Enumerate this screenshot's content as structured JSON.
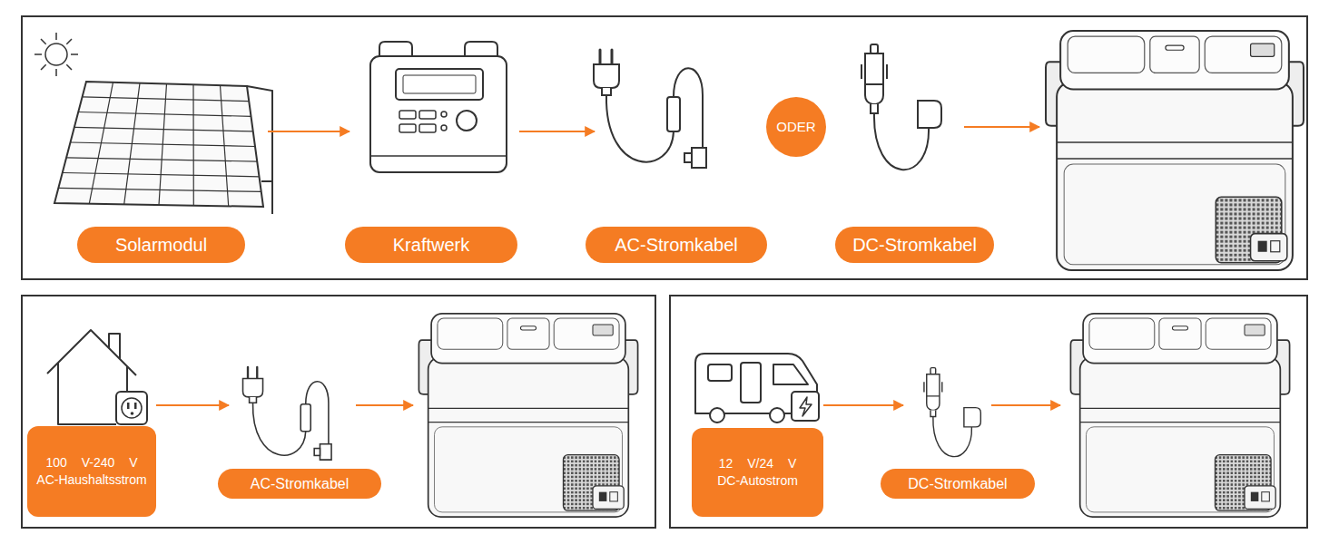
{
  "diagram": {
    "nodes": [
      {
        "text": [
          "Solarmodul"
        ]
      },
      {
        "text": [
          "Kraftwerk"
        ]
      },
      {
        "text": [
          "AC-Stromkabel"
        ]
      },
      {
        "text": [
          "ODER"
        ]
      },
      {
        "text": [
          "DC-Stromkabel"
        ]
      },
      {
        "text": [
          "100 V-240 V AC-Haushaltsstrom"
        ]
      },
      {
        "text": [
          "AC-Stromkabel"
        ]
      },
      {
        "text": [
          "12 V/24 V DC-Autostrom"
        ]
      },
      {
        "text": [
          "DC-Stromkabel"
        ]
      }
    ],
    "edges": [
      {
        "from": 0,
        "to": 1,
        "arrow": "to"
      },
      {
        "from": 1,
        "to": 2,
        "arrow": "to"
      },
      {
        "from": 5,
        "to": 6,
        "arrow": "to"
      },
      {
        "from": 7,
        "to": 8,
        "arrow": "to"
      }
    ]
  }
}
